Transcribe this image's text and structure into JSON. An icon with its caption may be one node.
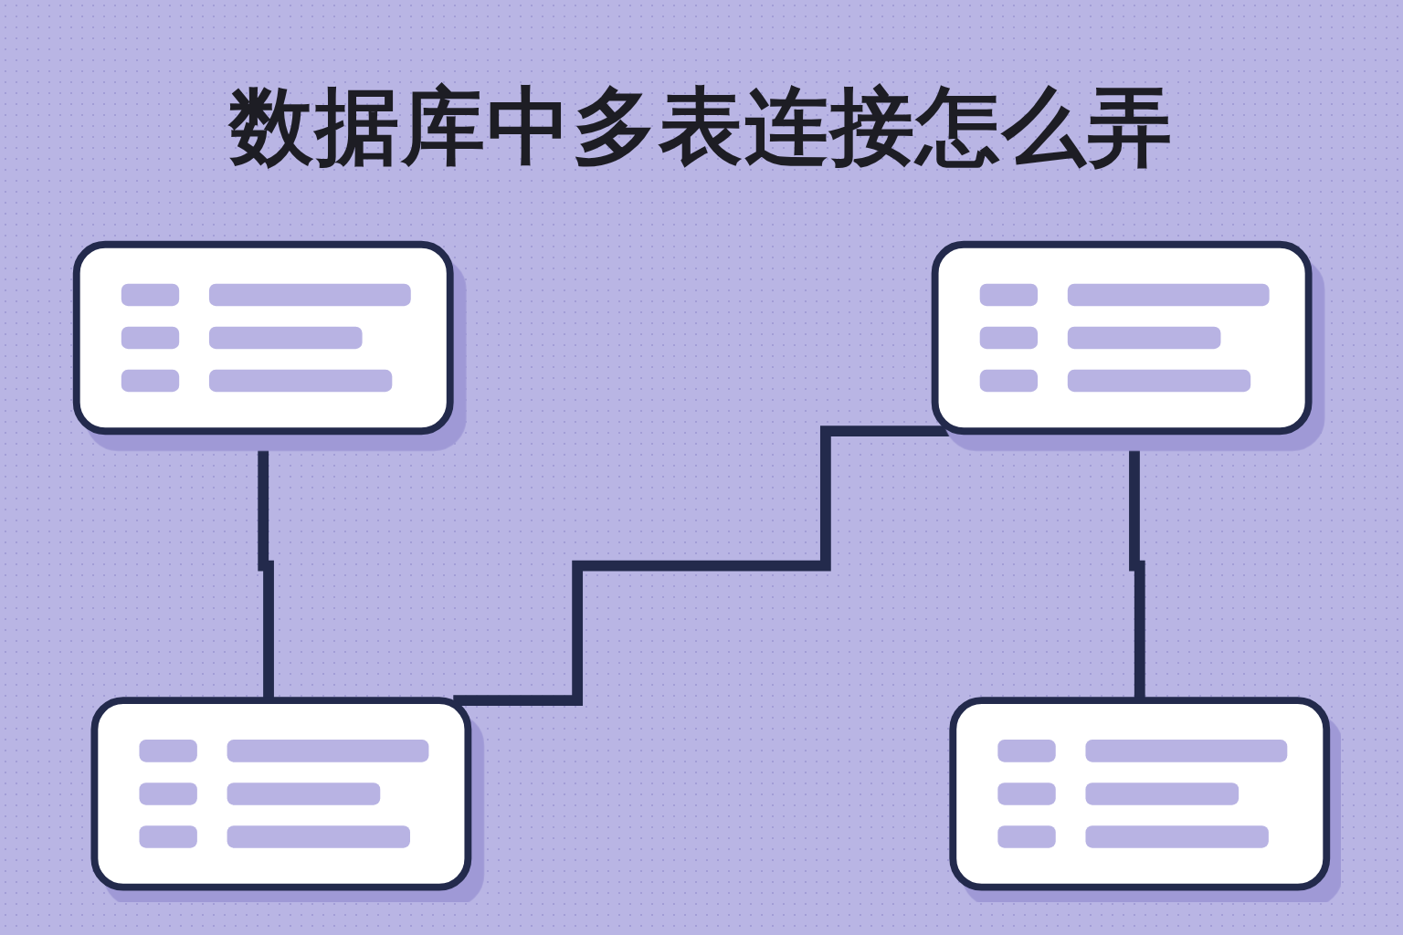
{
  "diagram": {
    "title": "数据库中多表连接怎么弄",
    "nodes": [
      {
        "text": [],
        "shape": "box"
      },
      {
        "text": [],
        "shape": "box"
      },
      {
        "text": [],
        "shape": "box"
      },
      {
        "text": [],
        "shape": "box"
      }
    ],
    "edges": [
      {
        "from": 0,
        "to": 3,
        "arrow": "none"
      },
      {
        "from": 1,
        "to": 2,
        "arrow": "none"
      },
      {
        "from": 1,
        "to": 3,
        "arrow": "none"
      }
    ]
  }
}
